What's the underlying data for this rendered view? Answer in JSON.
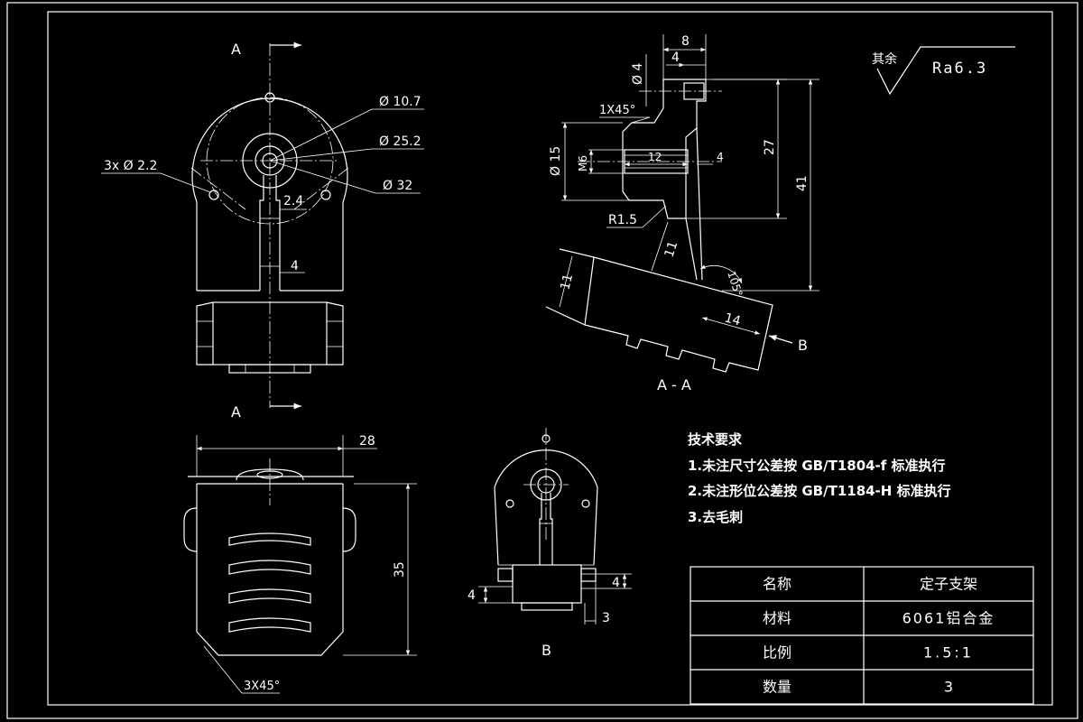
{
  "roughness": {
    "prefix": "其余",
    "value": "Ra6.3"
  },
  "views": {
    "section_label_top": "A",
    "section_label_bottom": "A",
    "section_title": "A - A",
    "view_b_arrow": "B",
    "view_b_title": "B"
  },
  "dims": {
    "d10_7": "Ø 10.7",
    "d25_2": "Ø 25.2",
    "d32": "Ø 32",
    "holes": "3x Ø 2.2",
    "w2_4": "2.4",
    "w4_front": "4",
    "d4_sec": "Ø 4",
    "w8": "8",
    "w4_sec": "4",
    "chamfer1": "1X45°",
    "d15": "Ø 15",
    "m6": "M6",
    "l12": "12",
    "l4_sec": "4",
    "h27": "27",
    "h41": "41",
    "r1_5": "R1.5",
    "l11_a": "11",
    "l11_b": "11",
    "ang105": "105°",
    "l14": "14",
    "w28": "28",
    "h35": "35",
    "chamfer3": "3X45°",
    "b4_left": "4",
    "b4_right": "4",
    "b3": "3"
  },
  "tech": {
    "title": "技术要求",
    "items": [
      "1.未注尺寸公差按 GB/T1804-f 标准执行",
      "2.未注形位公差按 GB/T1184-H 标准执行",
      "3.去毛刺"
    ]
  },
  "title_block": {
    "rows": [
      {
        "label": "名称",
        "value": "定子支架"
      },
      {
        "label": "材料",
        "value": "6061铝合金"
      },
      {
        "label": "比例",
        "value": "1.5:1"
      },
      {
        "label": "数量",
        "value": "3"
      }
    ]
  }
}
